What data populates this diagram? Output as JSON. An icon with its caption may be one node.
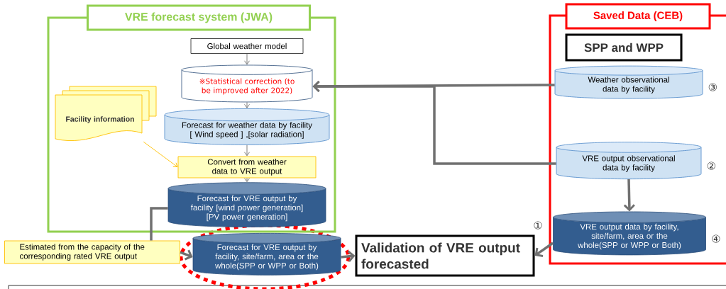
{
  "diagram": {
    "nodes": [
      {
        "text": [
          "VRE forecast system (JWA)"
        ]
      },
      {
        "text": [
          "Global weather model"
        ],
        "in": 0
      },
      {
        "text": [
          "※Statistical correction (to be improved after 2022)"
        ],
        "in": 0
      },
      {
        "text": [
          "Forecast for weather data by facility [ Wind speed ] ,[solar radiation]"
        ],
        "in": 0
      },
      {
        "text": [
          "Facility information"
        ],
        "in": 0
      },
      {
        "text": [
          "Convert from weather data to VRE output"
        ],
        "in": 0
      },
      {
        "text": [
          "Forecast for VRE output by facility [wind power generation] [PV power generation]"
        ],
        "in": 0
      },
      {
        "text": [
          "Estimated from the capacity of the corresponding rated VRE output"
        ]
      },
      {
        "text": [
          "Forecast for VRE output by facility, site/farm, area or the whole(SPP or WPP or Both)"
        ]
      },
      {
        "text": [
          "Validation of VRE output forecasted"
        ]
      },
      {
        "text": [
          "Saved Data (CEB)"
        ]
      },
      {
        "text": [
          "SPP and WPP"
        ],
        "in": 10
      },
      {
        "text": [
          "Weather observational data by facility"
        ],
        "in": 10,
        "beside": [
          "③"
        ]
      },
      {
        "text": [
          "VRE output observational data by facility"
        ],
        "in": 10,
        "beside": [
          "②"
        ]
      },
      {
        "text": [
          "VRE output data by facility, site/farm, area or the whole(SPP or WPP or Both)"
        ],
        "in": 10,
        "beside": [
          "④"
        ]
      }
    ],
    "edges": [
      {
        "from": 1,
        "to": 2,
        "arrow": "to"
      },
      {
        "from": 2,
        "to": 3,
        "arrow": "to"
      },
      {
        "from": 3,
        "to": 5,
        "arrow": "to"
      },
      {
        "from": 5,
        "to": 6,
        "arrow": "to"
      },
      {
        "from": 4,
        "to": 5,
        "arrow": "to",
        "color": "#ffc000"
      },
      {
        "from": 12,
        "to": 2,
        "arrow": "to"
      },
      {
        "from": 13,
        "to": 2,
        "arrow": "to"
      },
      {
        "from": 13,
        "to": 14,
        "arrow": "to"
      },
      {
        "from": 14,
        "to": 9,
        "arrow": "to",
        "label": "①"
      },
      {
        "from": 6,
        "to": 7,
        "arrow": "none"
      },
      {
        "from": 7,
        "to": 8,
        "arrow": "to"
      },
      {
        "from": 8,
        "to": 9,
        "arrow": "to"
      }
    ]
  }
}
